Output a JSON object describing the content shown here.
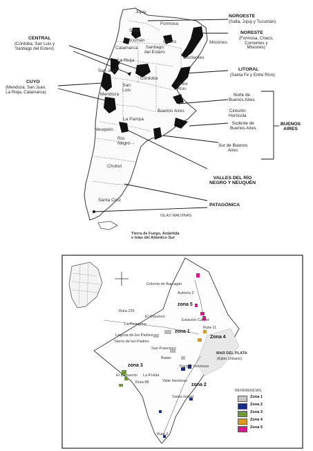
{
  "top_map": {
    "provinces": {
      "jujuy": "Jujuy",
      "salta": "Salta",
      "formosa": "Formosa",
      "tucuman": "Tucumán",
      "chaco": "Chaco",
      "misiones": "Misiones",
      "catamarca": "Catamarca",
      "santiago": "Santiago\ndel Estero",
      "corrientes": "Corrientes",
      "la_rioja": "La Rioja",
      "san_juan": "San Juan",
      "cordoba": "Córdoba",
      "entre_rios": "Entre\nRíos",
      "san_luis": "San\nLuis",
      "mendoza": "Mendoza",
      "buenos_aires": "Buenos Aires",
      "la_pampa": "La Pampa",
      "neuquen": "Neuquén",
      "rio_negro": "Río\nNegro",
      "chubut": "Chubut",
      "santa_cruz": "Santa Cruz",
      "islas_malvinas": "ISLAS MALVINAS",
      "tierra_del_fuego": "Tierra de Fuego, Antártida\ne Islas del Atlántico Sur"
    },
    "regions": {
      "noroeste_title": "NOROESTE",
      "noroeste_sub": "(Salta, Jujuy y Tucumán)",
      "noreste_title": "NORESTE",
      "noreste_sub": "(Formosa, Chaco,\nCorrientes y\nMisiones)",
      "central_title": "CENTRAL",
      "central_sub": "(Córdoba, San Luis y\nSantiago del Estero)",
      "cuyo_title": "CUYO",
      "cuyo_sub": "(Mendoza, San Juan,\nLa Rioja, Catamarca)",
      "litoral_title": "LITORAL",
      "litoral_sub": "(Santa Fe y Entre Ríos)",
      "buenos_aires_title": "BUENOS\nAIRES",
      "valles_title": "VALLES DEL RÍO\nNEGRO Y NEUQUÉN",
      "patagonica_title": "PATAGÓNICA"
    },
    "buenos_aires_zones": {
      "norte": "Norte de\nBuenos Aires",
      "cinturon": "Cinturón\nHortícola",
      "sudeste": "Sudeste de\nBuenos Aires",
      "sur": "Sur de Buenos\nAires"
    }
  },
  "bottom_map": {
    "places": {
      "colonia_barragan": "Colonia de Barragán",
      "autovia2": "Autovía 2",
      "ruta226": "Ruta 226",
      "el_coyunco": "El Coyunco",
      "estacion_camet": "Estación Camet",
      "la_peregrina": "La Peregrina",
      "ruta11": "Ruta 11",
      "laguna_padres": "Laguna de los Padres",
      "sierra_padres": "Sierra de los Padres",
      "mar_del_plata": "MAR DEL PLATA",
      "ejido": "(Ejido Urbano)",
      "san_francisco": "San Francisco",
      "batan": "Batán",
      "parque_hermoso": "Parque Hermoso",
      "el_boqueron": "El Boquerón",
      "la_polola": "La Polola",
      "valle_hermoso": "Valle Hermoso",
      "ruta88": "Ruta 88",
      "santa_isabel": "Santa Isabel",
      "ruta2": "Ruta 2"
    },
    "zones": {
      "z1": "zona 1",
      "z2": "zona 2",
      "z3": "zona 3",
      "z4": "Zona 4",
      "z5": "zona 5"
    },
    "legend": {
      "title": "REFERENCIAS",
      "items": [
        {
          "label": "Zona 1",
          "color": "#c8c8c8"
        },
        {
          "label": "Zona 2",
          "color": "#1a2a8c"
        },
        {
          "label": "Zona 3",
          "color": "#6e9a3a"
        },
        {
          "label": "Zona 4",
          "color": "#d99a1e"
        },
        {
          "label": "Zona 5",
          "color": "#e0148c"
        }
      ]
    }
  }
}
